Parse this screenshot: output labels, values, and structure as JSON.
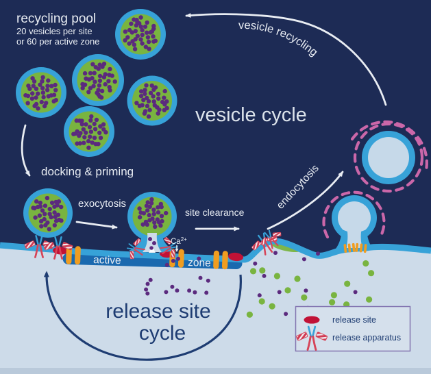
{
  "diagram": {
    "title": "vesicle cycle",
    "labels": {
      "recycling_pool": "recycling pool",
      "recycling_pool_sub1": "20 vesicles per site",
      "recycling_pool_sub2": "or 60 per active zone",
      "vesicle_recycling": "vesicle recycling",
      "docking_priming": "docking & priming",
      "exocytosis": "exocytosis",
      "site_clearance": "site clearance",
      "endocytosis": "endocytosis",
      "calcium_base": "Ca",
      "calcium_sup": "2+",
      "membrane_left": "active",
      "membrane_right": "zone",
      "release_cycle_line1": "release site",
      "release_cycle_line2": "cycle"
    },
    "legend": {
      "items": [
        {
          "icon": "release-site-icon",
          "label": "release site"
        },
        {
          "icon": "release-apparatus-icon",
          "label": "release apparatus"
        }
      ]
    },
    "colors": {
      "navy": "#1d2b55",
      "light": "#cddbe9",
      "bottom_strip": "#b9c9da",
      "membrane": "#37a2d8",
      "band": "#1a69af",
      "green": "#79b440",
      "purple": "#5b2a7e",
      "orange": "#f09d20",
      "red": "#c11236",
      "leg_red": "#d64458",
      "pink": "#cb67a9",
      "endo_fill": "#c6d9e9",
      "text_light": "#e9edf3",
      "text_navy": "#1e3c72",
      "legend_border": "#8274b0",
      "legend_bg": "#d5e0ec"
    }
  }
}
